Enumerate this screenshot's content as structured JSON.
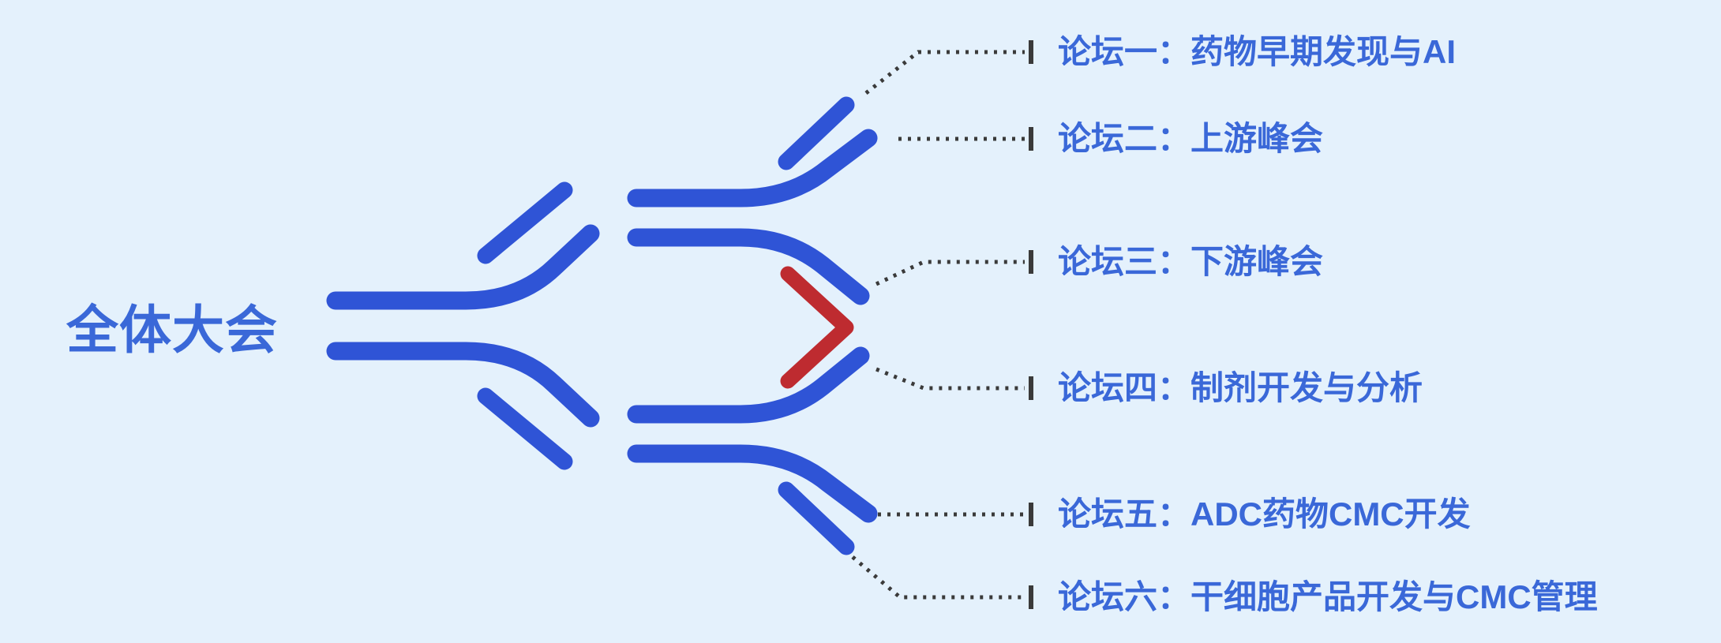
{
  "title": "全体大会",
  "forums": [
    {
      "label": "论坛一：药物早期发现与AI"
    },
    {
      "label": "论坛二：上游峰会"
    },
    {
      "label": "论坛三：下游峰会"
    },
    {
      "label": "论坛四：制剂开发与分析"
    },
    {
      "label": "论坛五：ADC药物CMC开发"
    },
    {
      "label": "论坛六：干细胞产品开发与CMC管理"
    }
  ],
  "colors": {
    "background": "#E4F1FC",
    "antibody_blue": "#2F54D6",
    "accent_red": "#BE2B30",
    "text_blue": "#3A68D8",
    "connector_gray": "#3A3A3A"
  }
}
